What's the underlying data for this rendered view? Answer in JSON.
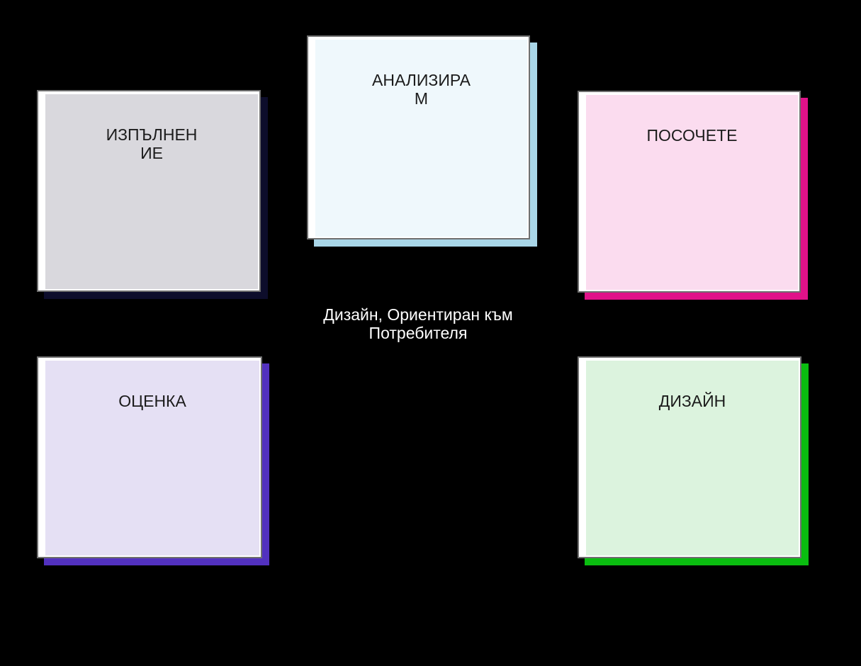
{
  "background_color": "#000000",
  "title": {
    "line1": "Дизайн, Ориентиран към",
    "line2": "Потребителя",
    "color": "#ffffff"
  },
  "card": {
    "frame_color": "#ffffff",
    "border_color": "#6f6f6f",
    "label_color": "#1b1b1b"
  },
  "boxes": [
    {
      "id": "izpalnenie",
      "line1": "ИЗПЪЛНЕН",
      "line2": "ИЕ",
      "fill": "#d9d8dd",
      "shadow": "#0d0d2b"
    },
    {
      "id": "analizirame",
      "line1": "АНАЛИЗИРА",
      "line2": "М",
      "fill": "#eff8fc",
      "shadow": "#a9d6e8"
    },
    {
      "id": "posochete",
      "line1": "ПОСОЧЕТЕ",
      "line2": "",
      "fill": "#fbdcef",
      "shadow": "#e01289"
    },
    {
      "id": "otsenka",
      "line1": "ОЦЕНКА",
      "line2": "",
      "fill": "#e5e0f4",
      "shadow": "#5231bf"
    },
    {
      "id": "dizain",
      "line1": "ДИЗАЙН",
      "line2": "",
      "fill": "#dcf3de",
      "shadow": "#0abd10"
    }
  ]
}
